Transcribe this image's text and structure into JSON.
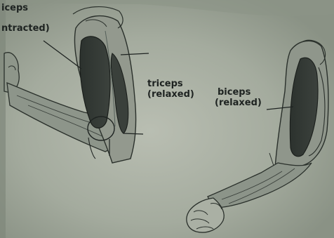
{
  "labels": {
    "biceps_contracted": {
      "line1": "iceps",
      "line2": "ntracted)"
    },
    "triceps_relaxed": {
      "line1": "triceps",
      "line2": "(relaxed)"
    },
    "biceps_relaxed": {
      "line1": "biceps",
      "line2": "(relaxed)"
    }
  },
  "colors": {
    "paper": "#9aa294",
    "paper_highlight": "#b7bdb1",
    "ink": "#1e2321",
    "muscle": "#353b37",
    "skin": "#8e968a"
  }
}
